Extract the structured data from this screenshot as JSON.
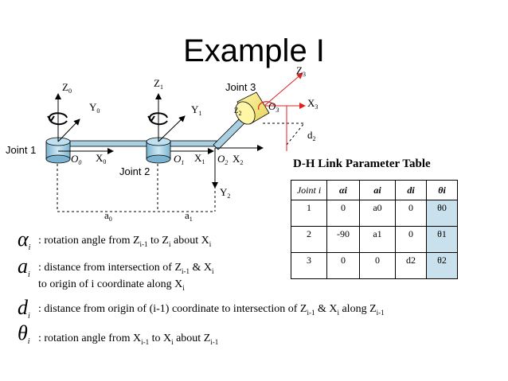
{
  "title": "Example I",
  "diagram": {
    "joint_labels": [
      "Joint 1",
      "Joint 2",
      "Joint 3"
    ],
    "axes": {
      "z0": "Z",
      "z0_sub": "0",
      "y0": "Y",
      "y0_sub": "0",
      "x0": "X",
      "x0_sub": "0",
      "o0": "O",
      "o0_sub": "0",
      "z1": "Z",
      "z1_sub": "1",
      "y1": "Y",
      "y1_sub": "1",
      "x1": "X",
      "x1_sub": "1",
      "o1": "O",
      "o1_sub": "1",
      "o2": "O",
      "o2_sub": "2",
      "x2": "X",
      "x2_sub": "2",
      "y2": "Y",
      "y2_sub": "2",
      "z2": "Z",
      "z2_sub": "2",
      "z3": "Z",
      "z3_sub": "3",
      "x3": "X",
      "x3_sub": "3",
      "o3": "O",
      "o3_sub": "3"
    },
    "dims": {
      "a0": "a",
      "a0_sub": "0",
      "a1": "a",
      "a1_sub": "1",
      "d2": "d",
      "d2_sub": "2"
    }
  },
  "table": {
    "title": "D-H Link Parameter Table",
    "headers": [
      "Joint i",
      "αi",
      "ai",
      "di",
      "θi"
    ],
    "rows": [
      [
        "1",
        "0",
        "a0",
        "0",
        "θ0"
      ],
      [
        "2",
        "-90",
        "a1",
        "0",
        "θ1"
      ],
      [
        "3",
        "0",
        "0",
        "d2",
        "θ2"
      ]
    ]
  },
  "legend": {
    "alpha": {
      "symbol": "α",
      "sub": "i",
      "text_a": ": rotation angle from Z",
      "s1": "i-1",
      "text_b": " to Z",
      "s2": "i",
      "text_c": " about X",
      "s3": "i"
    },
    "a": {
      "symbol": "a",
      "sub": "i",
      "text_a": ": distance from intersection of Z",
      "s1": "i-1",
      "text_b": " & X",
      "s2": "i",
      "line2": "to origin of i coordinate along X",
      "s3": "i"
    },
    "d": {
      "symbol": "d",
      "sub": "i",
      "text_a": ": distance from origin of (i-1) coordinate to intersection of Z",
      "s1": "i-1",
      "text_b": " & X",
      "s2": "i",
      "text_c": " along Z",
      "s3": "i-1"
    },
    "theta": {
      "symbol": "θ",
      "sub": "i",
      "text_a": ": rotation angle from X",
      "s1": "i-1",
      "text_b": " to X",
      "s2": "i",
      "text_c": "  about Z",
      "s3": "i-1"
    }
  }
}
